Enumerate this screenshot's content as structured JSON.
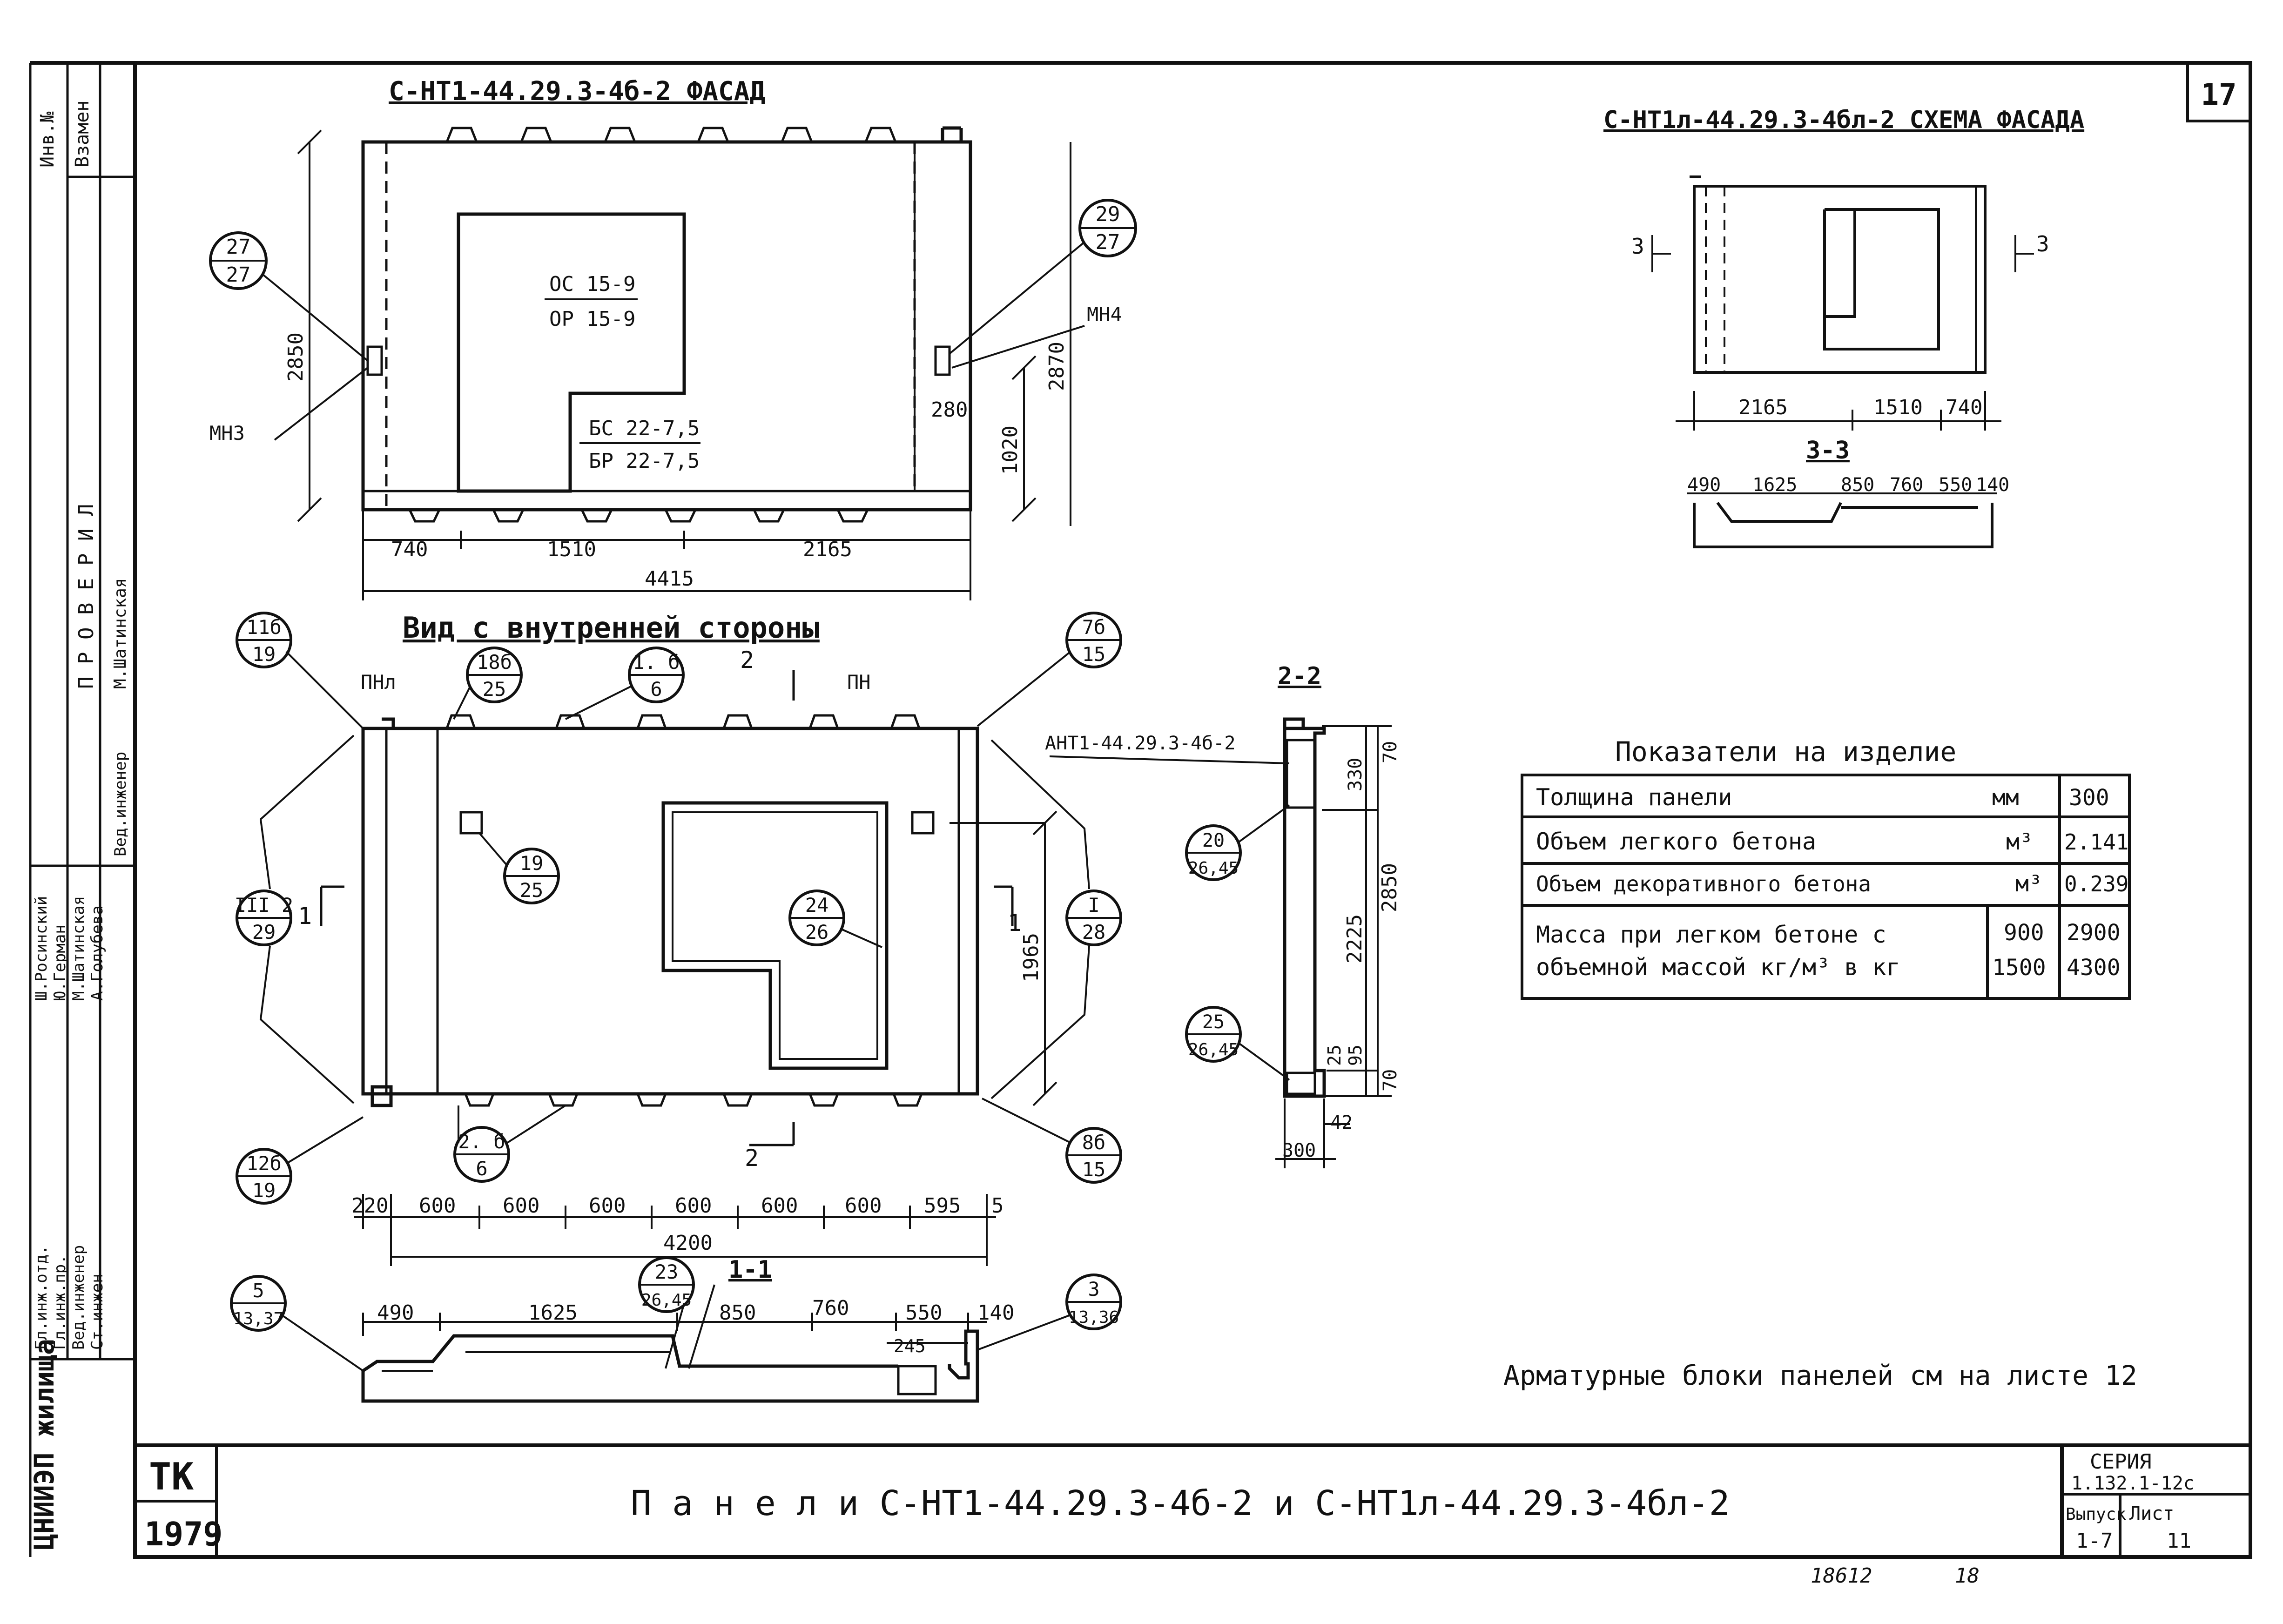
{
  "sheet_number": "17",
  "facade": {
    "title": "С-НТ1-44.29.3-4б-2 ФАСАД",
    "window_labels": [
      "ОС 15-9",
      "ОР 15-9"
    ],
    "balcony_labels": [
      "БС 22-7,5",
      "БР 22-7,5"
    ],
    "callout_left": {
      "top": "27",
      "bottom": "27"
    },
    "callout_right": {
      "top": "29",
      "bottom": "27"
    },
    "label_mn3": "МН3",
    "label_mn4": "МН4",
    "dim_height_left": "2850",
    "dim_height_right": "2870",
    "dim_280": "280",
    "dim_1020": "1020",
    "dims_bottom": [
      "740",
      "1510",
      "2165"
    ],
    "dim_total": "4415"
  },
  "scheme": {
    "title": "С-НТ1л-44.29.3-4бл-2 СХЕМА ФАСАДА",
    "section_mark": "3",
    "dims": [
      "2165",
      "1510",
      "740"
    ],
    "section_title": "3-3",
    "section_dims": [
      "490",
      "1625",
      "850",
      "760",
      "550",
      "140"
    ]
  },
  "inner_view": {
    "title": "Вид с внутренней стороны",
    "label_pnl": "ПНл",
    "label_pn": "ПН",
    "section_mark": "2",
    "section_mark_side": "1",
    "callouts": [
      {
        "top": "11б",
        "bottom": "19"
      },
      {
        "top": "18б",
        "bottom": "25"
      },
      {
        "top": "1. б",
        "bottom": "6"
      },
      {
        "top": "7б",
        "bottom": "15"
      },
      {
        "top": "19",
        "bottom": "25"
      },
      {
        "top": "24",
        "bottom": "26"
      },
      {
        "top": "III 2",
        "bottom": "29"
      },
      {
        "top": "I",
        "bottom": "28"
      },
      {
        "top": "2. б",
        "bottom": "6"
      },
      {
        "top": "12б",
        "bottom": "19"
      },
      {
        "top": "8б",
        "bottom": "15"
      }
    ],
    "dim_1965": "1965",
    "dims_bottom": [
      "220",
      "600",
      "600",
      "600",
      "600",
      "600",
      "600",
      "595",
      "5"
    ],
    "dim_total": "4200"
  },
  "section_2_2": {
    "title": "2-2",
    "label": "АНТ1-44.29.3-4б-2",
    "callout_top": {
      "top": "20",
      "bottom": "26,45"
    },
    "callout_bottom": {
      "top": "25",
      "bottom": "26,45"
    },
    "dims": {
      "d70_top": "70",
      "d330": "330",
      "d2225": "2225",
      "d2850": "2850",
      "d25": "25",
      "d95": "95",
      "d70_bottom": "70",
      "d42": "42",
      "d300": "300"
    }
  },
  "section_1_1": {
    "title": "1-1",
    "callout_left": {
      "top": "5",
      "bottom": "13,37"
    },
    "callout_mid": {
      "top": "23",
      "bottom": "26,45"
    },
    "callout_right": {
      "top": "3",
      "bottom": "13,36"
    },
    "dims": [
      "490",
      "1625",
      "850",
      "760",
      "550",
      "140"
    ],
    "dim_245": "245"
  },
  "indicators": {
    "title": "Показатели на изделие",
    "rows": [
      {
        "name": "Толщина панели",
        "unit": "мм",
        "value": "300"
      },
      {
        "name": "Объем легкого бетона",
        "unit": "м³",
        "value": "2.141"
      },
      {
        "name": "Объем декоративного бетона",
        "unit": "м³",
        "value": "0.239"
      }
    ],
    "mass_line1": "Масса при легком бетоне с",
    "mass_line2": "объемной массой кг/м³ в кг",
    "mass_density": [
      "900",
      "1500"
    ],
    "mass_values": [
      "2900",
      "4300"
    ]
  },
  "note": "Арматурные блоки панелей см на листе 12",
  "title_block": {
    "title": "П а н е л и   С-НТ1-44.29.3-4б-2 и С-НТ1л-44.29.3-4бл-2",
    "org": "ТК",
    "year": "1979",
    "series_label": "СЕРИЯ",
    "series": "1.132.1-12с",
    "issue_label": "Выпуск",
    "issue": "1-7",
    "sheet_label": "Лист",
    "sheet": "11"
  },
  "stamp": {
    "col1": [
      "Гл.инж.отд.",
      "Гл.инж.пр.",
      "Вед.инженер",
      "Ст.инжен"
    ],
    "col2": [
      "Ш.Росинский",
      "Ю.Герман",
      "М.Шатинская",
      "А.Голубева"
    ],
    "col_right": [
      "Вед.инженер",
      "М.Шатинская"
    ],
    "checked": "П Р О В Е Р И Л",
    "inv_label": "Инв.№",
    "vzamen": "Взамен",
    "vertical_mark": "ЦНИИЭП жилища"
  },
  "footer_numbers": [
    "18612",
    "18"
  ]
}
